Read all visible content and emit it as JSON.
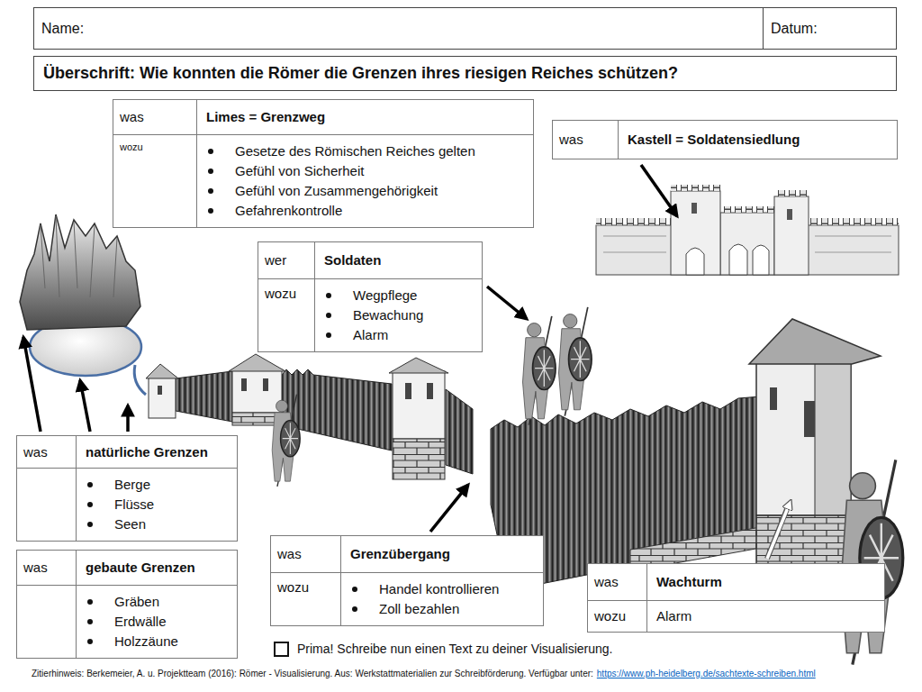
{
  "diagram": {
    "title": "Überschrift: Wie konnten die Römer die Grenzen ihres riesigen Reiches schützen?",
    "nodes": [
      {
        "text": [
          "Name:"
        ]
      },
      {
        "text": [
          "Datum:"
        ]
      },
      {
        "text": [
          "was",
          "Limes = Grenzweg",
          "wozu",
          "Gesetze des Römischen Reiches gelten",
          "Gefühl von Sicherheit",
          "Gefühl von Zusammengehörigkeit",
          "Gefahrenkontrolle"
        ]
      },
      {
        "text": [
          "was",
          "Kastell = Soldatensiedlung"
        ]
      },
      {
        "text": [
          "wer",
          "Soldaten",
          "wozu",
          "Wegpflege",
          "Bewachung",
          "Alarm"
        ]
      },
      {
        "text": [
          "was",
          "natürliche Grenzen",
          "Berge",
          "Flüsse",
          "Seen"
        ]
      },
      {
        "text": [
          "was",
          "gebaute Grenzen",
          "Gräben",
          "Erdwälle",
          "Holzzäune"
        ]
      },
      {
        "text": [
          "was",
          "Grenzübergang",
          "wozu",
          "Handel kontrollieren",
          "Zoll bezahlen"
        ]
      },
      {
        "text": [
          "was",
          "Wachturm",
          "wozu",
          "Alarm"
        ]
      }
    ],
    "labels": [
      "Prima! Schreibe nun einen Text zu deiner Visualisierung.",
      "Zitierhinweis: Berkemeier, A. u. Projektteam (2016): Römer - Visualisierung. Aus: Werkstattmaterialien zur Schreibförderung. Verfügbar unter:",
      "https://www.ph-heidelberg.de/sachtexte-schreiben.html"
    ]
  }
}
